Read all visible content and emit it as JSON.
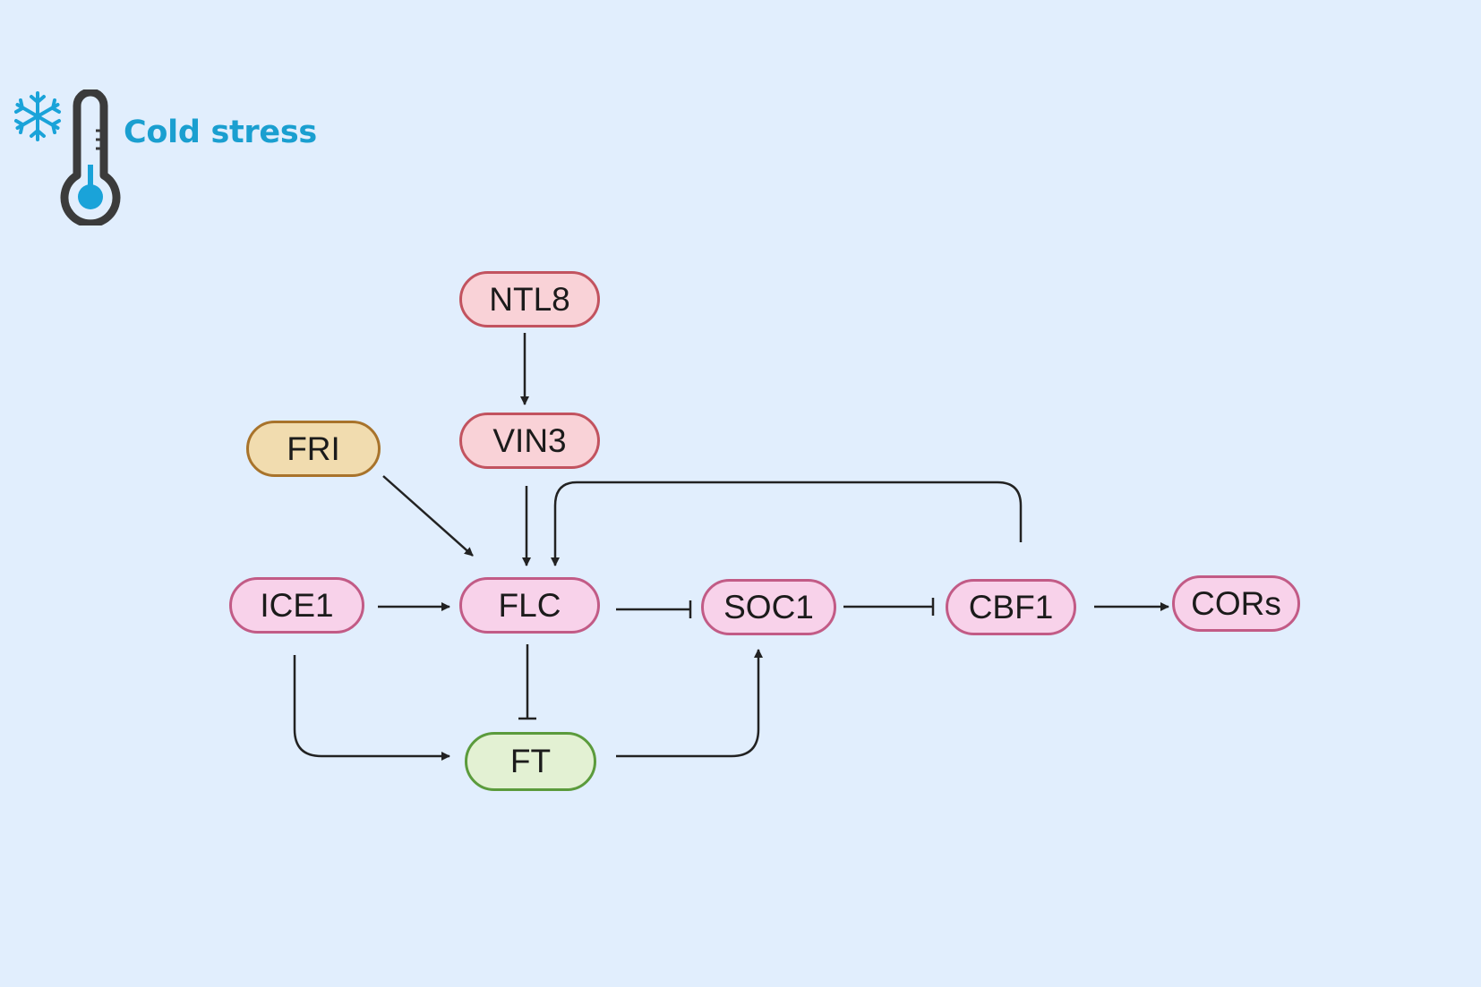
{
  "header": {
    "title": "Cold stress",
    "icons": [
      "snowflake-icon",
      "thermometer-icon"
    ]
  },
  "colors": {
    "background": "#e1eefd",
    "title": "#1a9fd0",
    "pink_fill": "#f8d2ea",
    "pink_border": "#c25b86",
    "salmon_fill": "#f9d2d7",
    "salmon_border": "#c2535f",
    "tan_fill": "#f1dcaf",
    "tan_border": "#a8732b",
    "green_fill": "#e3f1d3",
    "green_border": "#5b9b3c",
    "edge": "#222222",
    "thermometer_bulb": "#1aa3d9"
  },
  "diagram": {
    "nodes": {
      "ntl8": "NTL8",
      "vin3": "VIN3",
      "fri": "FRI",
      "ice1": "ICE1",
      "flc": "FLC",
      "soc1": "SOC1",
      "cbf1": "CBF1",
      "cors": "CORs",
      "ft": "FT"
    },
    "edges": [
      {
        "from": "NTL8",
        "to": "VIN3",
        "type": "activation"
      },
      {
        "from": "VIN3",
        "to": "FLC",
        "type": "activation"
      },
      {
        "from": "FRI",
        "to": "FLC",
        "type": "activation"
      },
      {
        "from": "ICE1",
        "to": "FLC",
        "type": "activation"
      },
      {
        "from": "CBF1",
        "to": "FLC",
        "type": "activation"
      },
      {
        "from": "FLC",
        "to": "SOC1",
        "type": "inhibition"
      },
      {
        "from": "SOC1",
        "to": "CBF1",
        "type": "inhibition"
      },
      {
        "from": "CBF1",
        "to": "CORs",
        "type": "activation"
      },
      {
        "from": "FLC",
        "to": "FT",
        "type": "inhibition"
      },
      {
        "from": "ICE1",
        "to": "FT",
        "type": "activation"
      },
      {
        "from": "FT",
        "to": "SOC1",
        "type": "activation"
      }
    ]
  }
}
